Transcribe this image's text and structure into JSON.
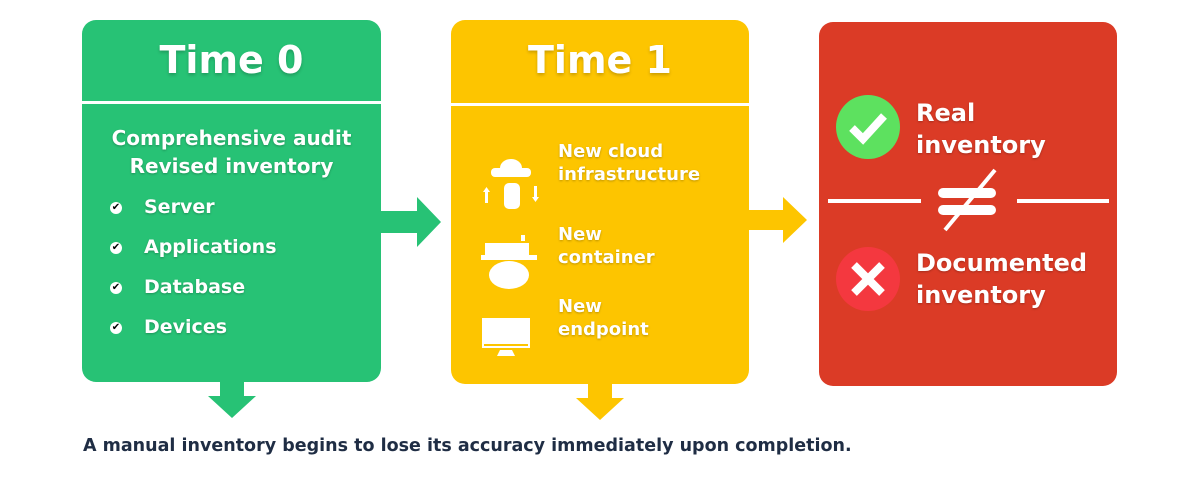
{
  "time0": {
    "title": "Time 0",
    "heading1": "Comprehensive audit",
    "heading2": "Revised inventory",
    "items": [
      "Server",
      "Applications",
      "Database",
      "Devices"
    ],
    "color": "#27c275"
  },
  "time1": {
    "title": "Time 1",
    "items": [
      {
        "l1": "New cloud",
        "l2": "infrastructure",
        "icon": "cloud-database-icon"
      },
      {
        "l1": "New",
        "l2": "container",
        "icon": "container-ship-icon"
      },
      {
        "l1": "New",
        "l2": "endpoint",
        "icon": "monitor-icon"
      }
    ],
    "color": "#fdc500"
  },
  "result": {
    "real1": "Real",
    "real2": "inventory",
    "doc1": "Documented",
    "doc2": "inventory",
    "color": "#db3b26"
  },
  "caption": "A manual inventory begins to lose its accuracy immediately upon completion."
}
